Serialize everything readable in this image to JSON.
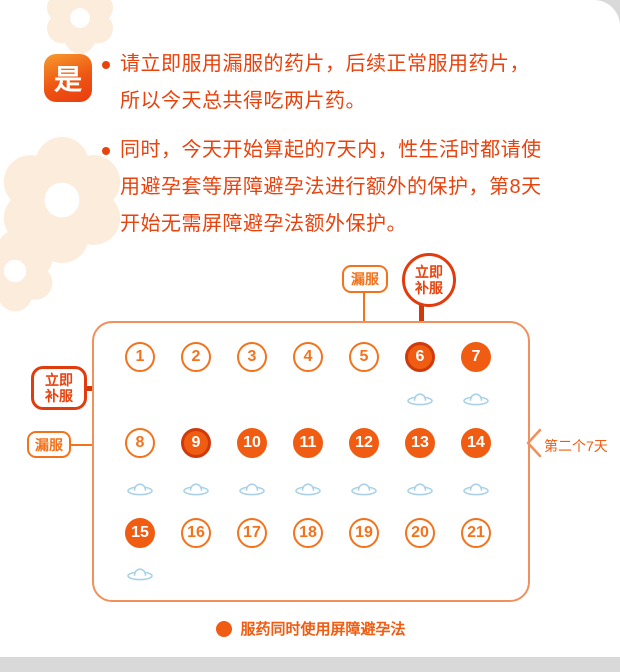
{
  "colors": {
    "accent": "#e8420d",
    "orange": "#f05c12",
    "outline": "#f3731d",
    "ring": "#cf3a0c",
    "panel": "#f0905c",
    "blue": "#a9d2e8",
    "flower": "#fcecdc",
    "gray": "#d9d9d9"
  },
  "icons": {
    "barrier_method": "condom-icon",
    "legend_marker": "filled-dot-icon"
  },
  "header": {
    "badge": "是",
    "bullets": [
      {
        "lines": [
          "请立即服用漏服的药片，后续正常服用药片，",
          "所以今天总共得吃两片药。"
        ]
      },
      {
        "lines": [
          "同时，今天开始算起的7天内，性生活时都请使",
          "用避孕套等屏障避孕法进行额外的保护，第8天",
          "开始无需屏障避孕法额外保护。"
        ]
      }
    ]
  },
  "calendar": {
    "missed_label": "漏服",
    "makeup_label": "立即补服",
    "second_week_label": "第二个7天",
    "legend": "服药同时使用屏障避孕法",
    "days": [
      {
        "n": 1,
        "filled": false,
        "makeup": false,
        "missed": false,
        "condom": false
      },
      {
        "n": 2,
        "filled": false,
        "makeup": false,
        "missed": false,
        "condom": false
      },
      {
        "n": 3,
        "filled": false,
        "makeup": false,
        "missed": false,
        "condom": false
      },
      {
        "n": 4,
        "filled": false,
        "makeup": false,
        "missed": false,
        "condom": false
      },
      {
        "n": 5,
        "filled": false,
        "makeup": false,
        "missed": true,
        "condom": false
      },
      {
        "n": 6,
        "filled": true,
        "makeup": true,
        "missed": false,
        "condom": true
      },
      {
        "n": 7,
        "filled": true,
        "makeup": false,
        "missed": false,
        "condom": true
      },
      {
        "n": 8,
        "filled": false,
        "makeup": false,
        "missed": true,
        "condom": true
      },
      {
        "n": 9,
        "filled": true,
        "makeup": true,
        "missed": false,
        "condom": true
      },
      {
        "n": 10,
        "filled": true,
        "makeup": false,
        "missed": false,
        "condom": true
      },
      {
        "n": 11,
        "filled": true,
        "makeup": false,
        "missed": false,
        "condom": true
      },
      {
        "n": 12,
        "filled": true,
        "makeup": false,
        "missed": false,
        "condom": true
      },
      {
        "n": 13,
        "filled": true,
        "makeup": false,
        "missed": false,
        "condom": true
      },
      {
        "n": 14,
        "filled": true,
        "makeup": false,
        "missed": false,
        "condom": true
      },
      {
        "n": 15,
        "filled": true,
        "makeup": false,
        "missed": false,
        "condom": true
      },
      {
        "n": 16,
        "filled": false,
        "makeup": false,
        "missed": false,
        "condom": false
      },
      {
        "n": 17,
        "filled": false,
        "makeup": false,
        "missed": false,
        "condom": false
      },
      {
        "n": 18,
        "filled": false,
        "makeup": false,
        "missed": false,
        "condom": false
      },
      {
        "n": 19,
        "filled": false,
        "makeup": false,
        "missed": false,
        "condom": false
      },
      {
        "n": 20,
        "filled": false,
        "makeup": false,
        "missed": false,
        "condom": false
      },
      {
        "n": 21,
        "filled": false,
        "makeup": false,
        "missed": false,
        "condom": false
      }
    ]
  }
}
